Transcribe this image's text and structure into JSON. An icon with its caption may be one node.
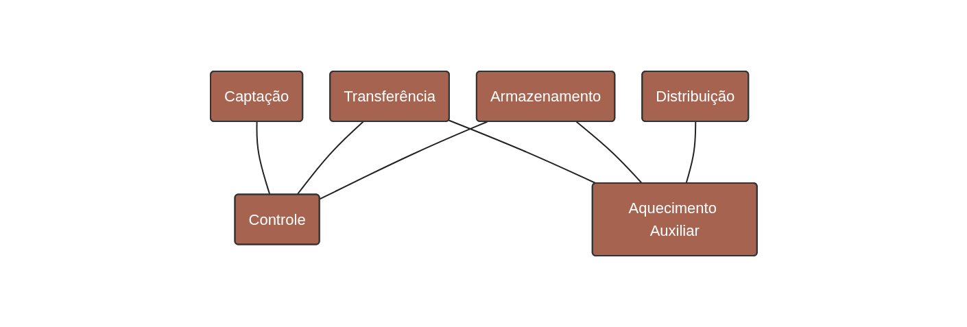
{
  "diagram": {
    "nodes": [
      {
        "text": [
          "Captação"
        ]
      },
      {
        "text": [
          "Transferência"
        ]
      },
      {
        "text": [
          "Armazenamento"
        ]
      },
      {
        "text": [
          "Distribuição"
        ]
      },
      {
        "text": [
          "Controle"
        ]
      },
      {
        "text": [
          "Aquecimento Auxiliar"
        ]
      }
    ],
    "edges": [
      {
        "from": 0,
        "to": 4,
        "arrow": "none"
      },
      {
        "from": 1,
        "to": 4,
        "arrow": "none"
      },
      {
        "from": 2,
        "to": 4,
        "arrow": "none"
      },
      {
        "from": 1,
        "to": 5,
        "arrow": "none"
      },
      {
        "from": 2,
        "to": 5,
        "arrow": "none"
      },
      {
        "from": 3,
        "to": 5,
        "arrow": "none"
      }
    ]
  }
}
